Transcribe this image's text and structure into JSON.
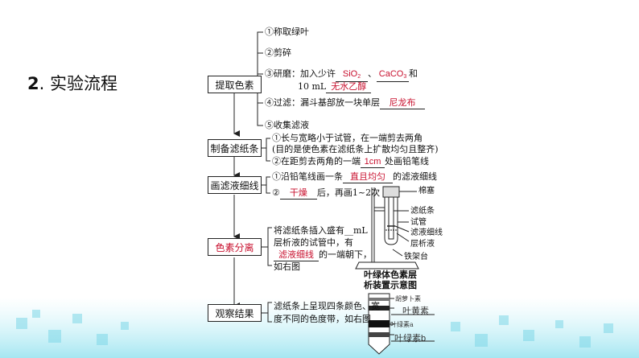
{
  "heading": {
    "number": "2",
    "title": ". 实验流程"
  },
  "stages": [
    {
      "id": "extract",
      "label": "提取色素"
    },
    {
      "id": "paper",
      "label": "制备滤纸条"
    },
    {
      "id": "draw",
      "label": "画滤液细线"
    },
    {
      "id": "separate",
      "label": "色素分离"
    },
    {
      "id": "observe",
      "label": "观察结果"
    }
  ],
  "extract": {
    "s1": "①称取绿叶",
    "s2": "②剪碎",
    "s3a": "③研磨：加入少许",
    "s3_ans1": "SiO",
    "s3_ans1_sub": "2",
    "s3_sep": "、",
    "s3_ans2": "CaCO",
    "s3_ans2_sub": "3",
    "s3_and": "和",
    "s3b": "10 mL",
    "s3_ans3": "无水乙醇",
    "s4a": "④过滤：漏斗基部放一块单层",
    "s4_ans": "尼龙布",
    "s5": "⑤收集滤液"
  },
  "paper": {
    "p1a": "①长与宽略小于试管，在一端剪去两角",
    "p1b": "(目的是使色素在滤纸条上扩散均匀且整齐)",
    "p2a": "②在距剪去两角的一端",
    "p2_ans": "1cm",
    "p2b": "处画铅笔线"
  },
  "draw": {
    "d1a": "①沿铅笔线画一条",
    "d1_ans": "直且均匀",
    "d1b": "的滤液细线",
    "d2a": "②",
    "d2_ans": "干燥",
    "d2b": "后，再画1~2次"
  },
  "separate": {
    "line1": "将滤纸条插入盛有__mL",
    "line2": "层析液的试管中，有",
    "ans": "滤液细线",
    "line3b": "的一端朝下，",
    "line4": "如右图"
  },
  "observe": {
    "line1": "滤纸条上呈现四条颜色、宽",
    "line2": "度不同的色度带，如右图"
  },
  "apparatus_labels": {
    "cotton": "棉塞",
    "strip": "滤纸条",
    "tube": "试管",
    "line": "滤液细线",
    "solvent": "层析液",
    "stand": "铁架台"
  },
  "figure_caption": {
    "line1": "叶绿体色素层",
    "line2": "析装置示意图"
  },
  "pigment_bands": {
    "carotene": "胡萝卜素",
    "xanthophyll": "叶黄素",
    "chla": "叶绿素a",
    "chlb": "叶绿素b"
  },
  "colors": {
    "answer_red": "#c8102e",
    "deco_cyan": "#6fd3e6"
  }
}
